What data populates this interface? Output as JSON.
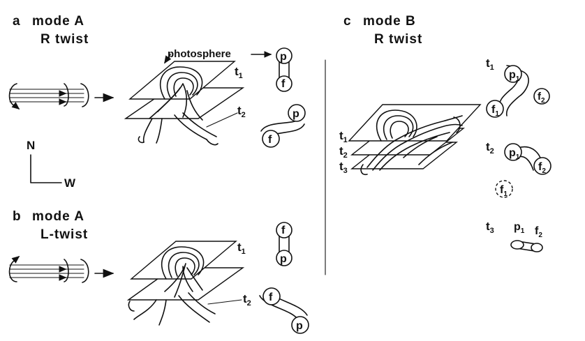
{
  "panel_a": {
    "letter": "a",
    "title_line1": "mode A",
    "title_line2": "R twist",
    "photosphere": "photosphere",
    "t1": "t",
    "t1_sub": "1",
    "t2": "t",
    "t2_sub": "2",
    "foot_p": "p",
    "foot_f": "f"
  },
  "compass": {
    "north": "N",
    "west": "W"
  },
  "panel_b": {
    "letter": "b",
    "title_line1": "mode A",
    "title_line2": "L-twist",
    "t1": "t",
    "t1_sub": "1",
    "t2": "t",
    "t2_sub": "2",
    "foot_p": "p",
    "foot_f": "f"
  },
  "panel_c": {
    "letter": "c",
    "title_line1": "mode B",
    "title_line2": "R twist",
    "t1": "t",
    "t1_sub": "1",
    "t2": "t",
    "t2_sub": "2",
    "t3": "t",
    "t3_sub": "3",
    "foot_p": "p",
    "foot_f": "f",
    "sub_1": "1",
    "sub_2": "2"
  },
  "colors": {
    "ink": "#111111",
    "paper": "#ffffff"
  }
}
